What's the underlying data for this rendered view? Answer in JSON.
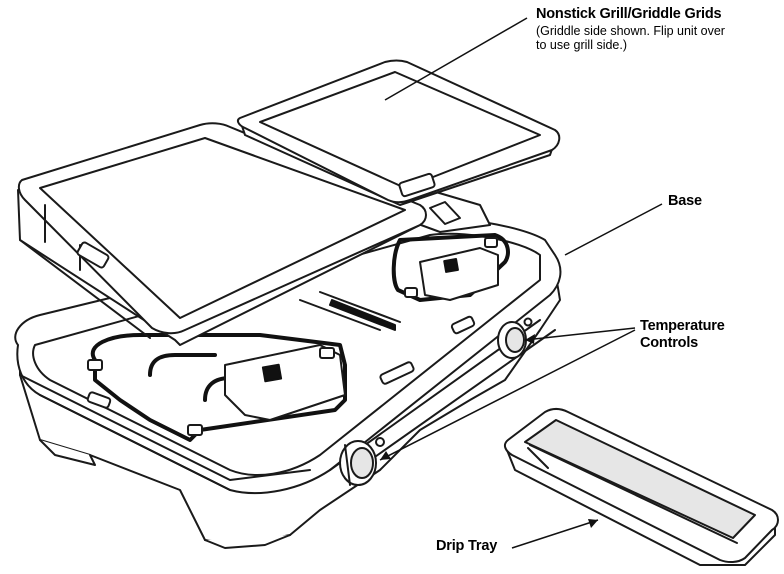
{
  "labels": {
    "grids_title": "Nonstick Grill/Griddle Grids",
    "grids_note_line1": "(Griddle side shown. Flip unit over",
    "grids_note_line2": "to use grill side.)",
    "base": "Base",
    "temperature_line1": "Temperature",
    "temperature_line2": "Controls",
    "drip_tray": "Drip Tray"
  },
  "colors": {
    "line": "#1a1a1a",
    "fill": "#ffffff",
    "shade": "#e6e6e6",
    "dark": "#111111"
  }
}
